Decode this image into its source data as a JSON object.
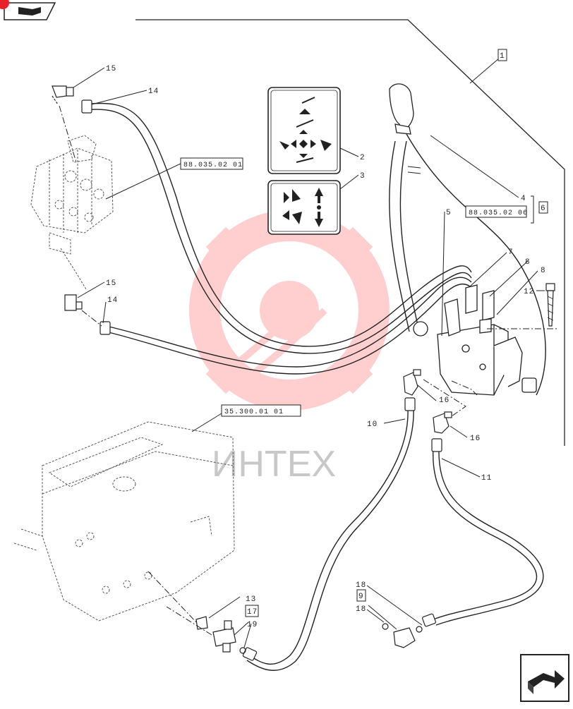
{
  "watermark": {
    "text": "ИНТЕХ",
    "color": "#ff6b6b"
  },
  "colors": {
    "line": "#222222",
    "watermark": "#ff6b6b",
    "badge": "#e8222a"
  },
  "reference_boxes": {
    "valve_ref": "88.035.02 01",
    "joystick_ref": "88.035.02 06",
    "tank_ref": "35.300.01 01"
  },
  "boxed_numbers": {
    "frame": "1",
    "joystick_group": "6",
    "tee_group": "17",
    "elbow_group": "9"
  },
  "callouts": {
    "c2": "2",
    "c3": "3",
    "c4": "4",
    "c5": "5",
    "c7": "7",
    "c8a": "8",
    "c8b": "8",
    "c10": "10",
    "c11": "11",
    "c12": "12",
    "c13": "13",
    "c14a": "14",
    "c14b": "14",
    "c15a": "15",
    "c15b": "15",
    "c16a": "16",
    "c16b": "16",
    "c18a": "18",
    "c18b": "18",
    "c19": "19"
  },
  "icons": {
    "top_left": "book-icon",
    "bottom_right": "next-page-arrow-icon",
    "decal_a": "joystick-function-decal-icon",
    "decal_b": "lift-tilt-decal-icon"
  }
}
